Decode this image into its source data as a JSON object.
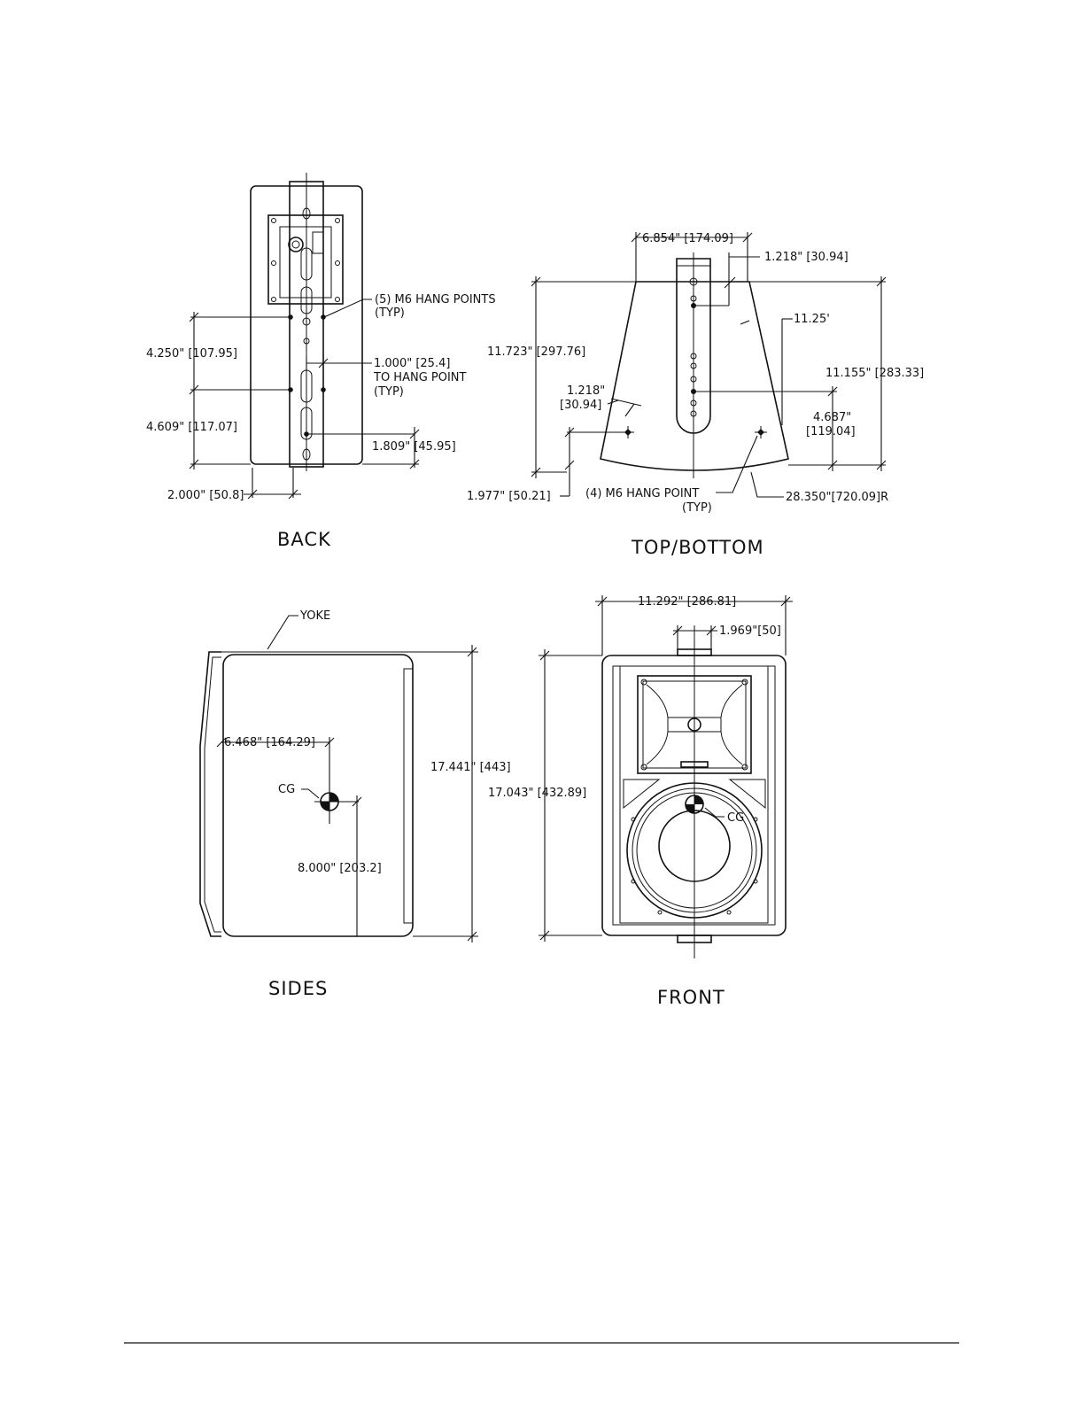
{
  "views": {
    "back": {
      "title": "BACK",
      "hang_points": "(5)  M6  HANG  POINTS",
      "hang_points_typ": "(TYP)",
      "dim_4250": "4.250\"  [107.95]",
      "dim_4609": "4.609\"  [117.07]",
      "dim_1000": "1.000\"  [25.4]",
      "to_hang_point": "TO  HANG  POINT",
      "to_hang_point_typ": "(TYP)",
      "dim_1809": "1.809\"  [45.95]",
      "dim_2000": "2.000\"  [50.8]"
    },
    "top_bottom": {
      "title": "TOP/BOTTOM",
      "dim_6854": "6.854\"  [174.09]",
      "dim_1218_top": "1.218\"  [30.94]",
      "angle": "11.25'",
      "dim_11723": "11.723\"  [297.76]",
      "dim_11155": "11.155\"  [283.33]",
      "dim_1218_left_a": "1.218\"",
      "dim_1218_left_b": "[30.94]",
      "dim_4687_a": "4.687\"",
      "dim_4687_b": "[119.04]",
      "dim_1977": "1.977\"  [50.21]",
      "hang_point": "(4)  M6  HANG  POINT",
      "hang_point_typ": "(TYP)",
      "radius": "28.350\"[720.09]R"
    },
    "sides": {
      "title": "SIDES",
      "yoke": "YOKE",
      "dim_6468": "6.468\"  [164.29]",
      "cg": "CG",
      "dim_17441": "17.441\"  [443]",
      "dim_8000": "8.000\"  [203.2]"
    },
    "front": {
      "title": "FRONT",
      "dim_11292": "11.292\"  [286.81]",
      "dim_1969": "1.969\"[50]",
      "dim_17043": "17.043\"  [432.89]",
      "cg": "CG"
    }
  }
}
